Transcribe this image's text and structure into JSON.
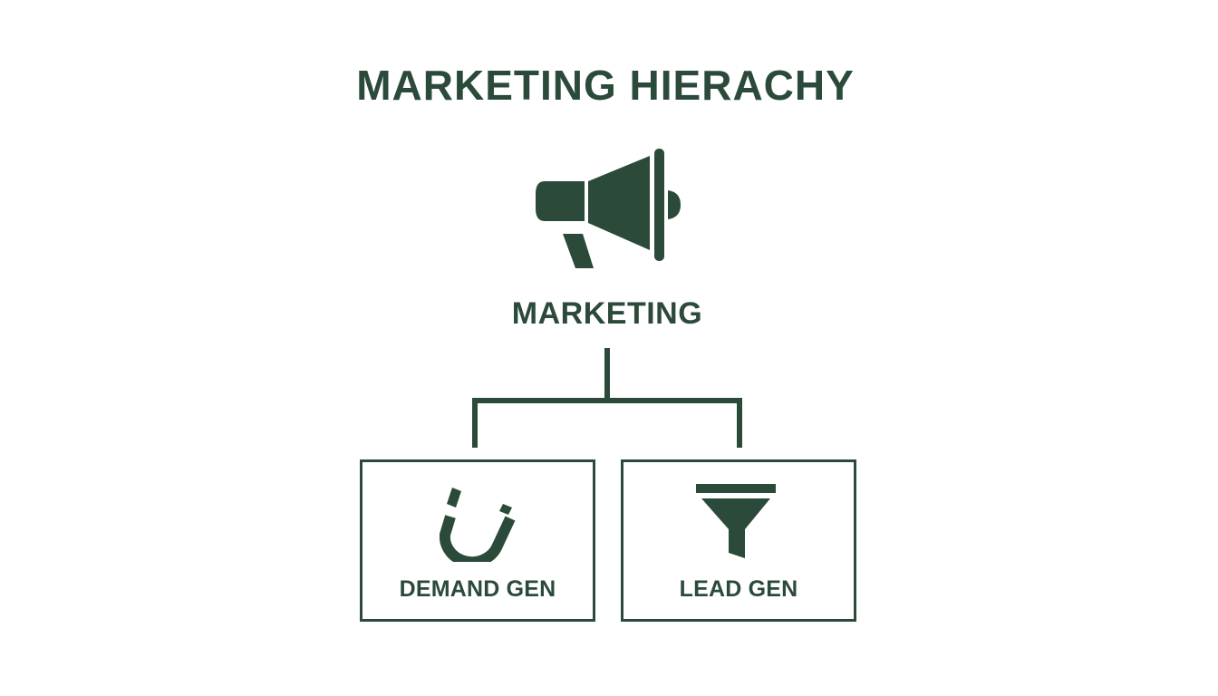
{
  "colors": {
    "primary": "#2b4a3a",
    "background": "#ffffff"
  },
  "diagram": {
    "title": "MARKETING HIERACHY",
    "root": {
      "label": "MARKETING",
      "icon": "megaphone-icon"
    },
    "children": [
      {
        "label": "DEMAND GEN",
        "icon": "magnet-icon"
      },
      {
        "label": "LEAD GEN",
        "icon": "funnel-icon"
      }
    ]
  }
}
